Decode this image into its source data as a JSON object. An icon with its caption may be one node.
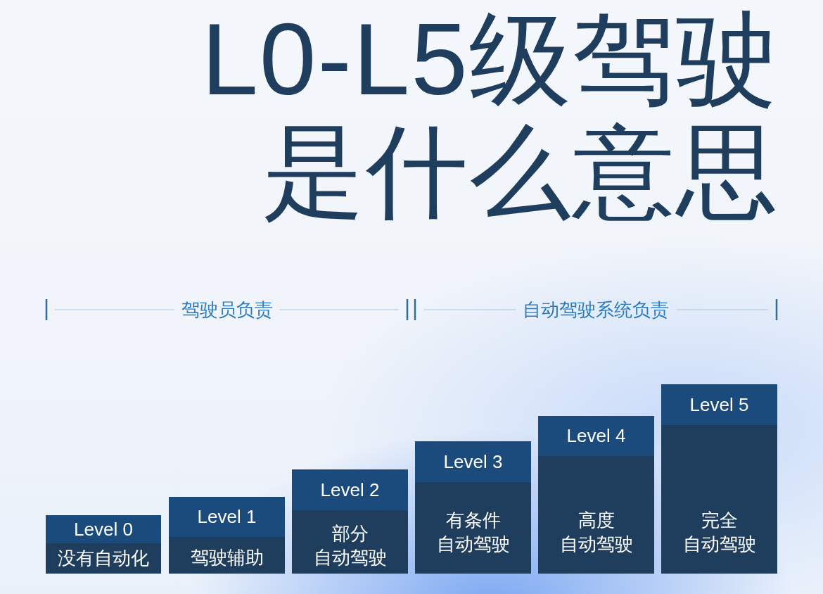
{
  "diagram": {
    "title": "L0-L5级驾驶是什么意思",
    "nodes": [
      {
        "text": [
          "Level 0",
          "没有自动化"
        ]
      },
      {
        "text": [
          "Level 1",
          "驾驶辅助"
        ]
      },
      {
        "text": [
          "Level 2",
          "部分自动驾驶"
        ]
      },
      {
        "text": [
          "Level 3",
          "有条件自动驾驶"
        ]
      },
      {
        "text": [
          "Level 4",
          "高度自动驾驶"
        ]
      },
      {
        "text": [
          "Level 5",
          "完全自动驾驶"
        ]
      }
    ],
    "labels": [
      "驾驶员负责",
      "自动驾驶系统负责"
    ]
  }
}
